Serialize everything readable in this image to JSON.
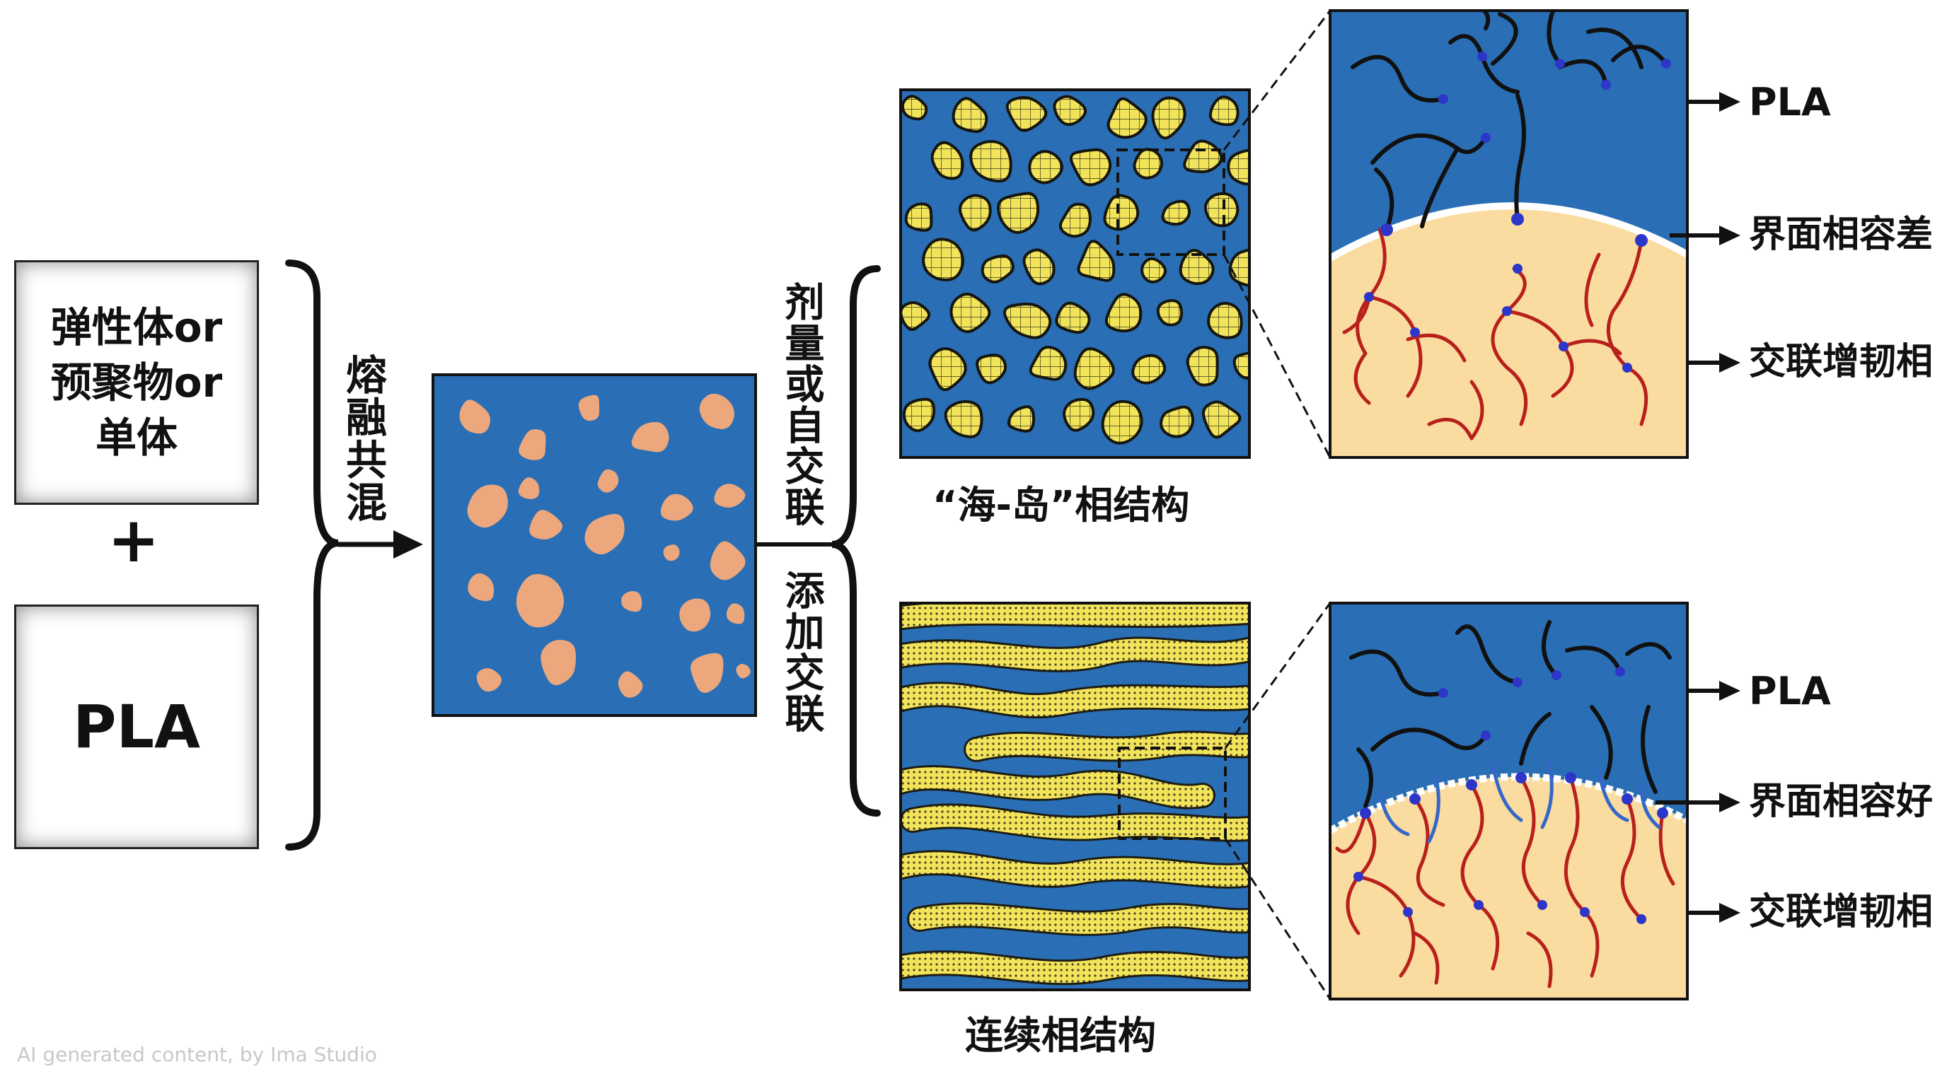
{
  "inputs": {
    "box1_lines": [
      "弹性体or",
      "预聚物or",
      "单体"
    ],
    "plus": "+",
    "box2": "PLA"
  },
  "process": {
    "melt_blend": "熔融共混",
    "crosslink_upper": "剂量或自交联",
    "crosslink_lower": "添加交联"
  },
  "structures": {
    "sea_island": "“海-岛”相结构",
    "continuous": "连续相结构"
  },
  "zoom_top_labels": {
    "pla": "PLA",
    "interface": "界面相容差",
    "toughening": "交联增韧相"
  },
  "zoom_bottom_labels": {
    "pla": "PLA",
    "interface": "界面相容好",
    "toughening": "交联增韧相"
  },
  "watermark": "AI generated content, by Ima Studio",
  "colors": {
    "matrix_blue": "#2a6fb5",
    "rubber_orange": "#eda77c",
    "yellow_phase": "#f1e35a",
    "interface_fill": "#fbdca0",
    "chain_black": "#111111",
    "chain_red": "#b8201c",
    "chain_blue": "#3468c8",
    "node_blue": "#2d36c8"
  }
}
